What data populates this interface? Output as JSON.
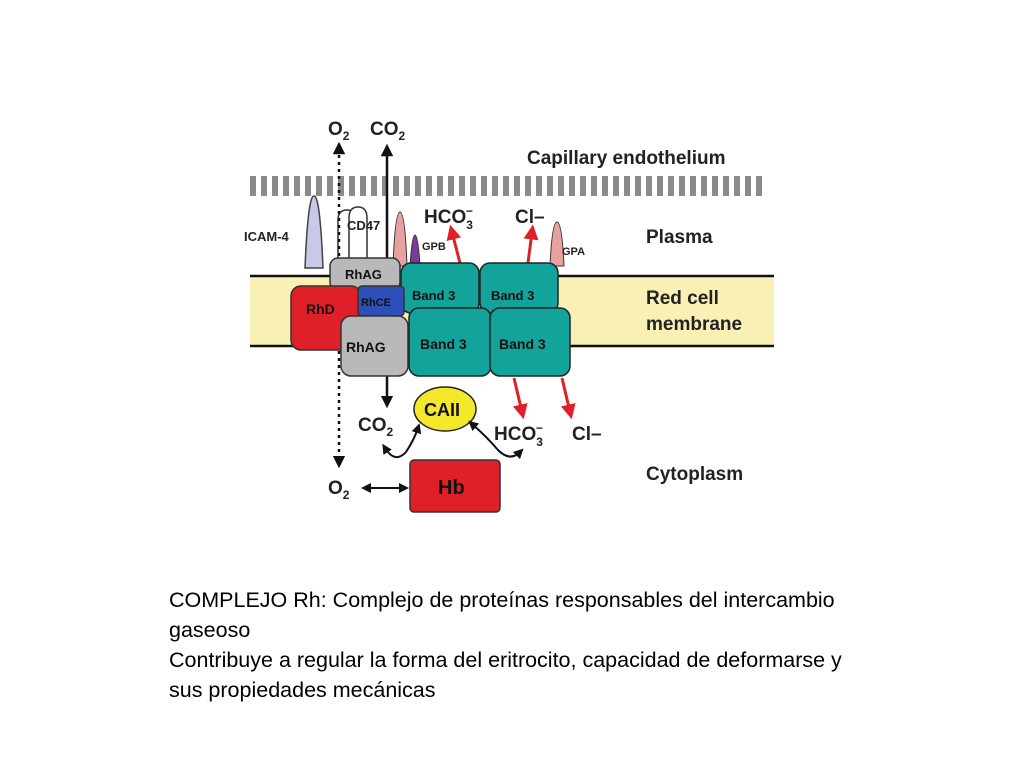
{
  "diagram": {
    "top_o2": "O",
    "top_co2": "CO",
    "sub_2": "2",
    "sub_3": "3",
    "sup_minus": "−",
    "capillary": "Capillary endothelium",
    "plasma": "Plasma",
    "red_cell_1": "Red cell",
    "red_cell_2": "membrane",
    "cytoplasm": "Cytoplasm",
    "icam4": "ICAM-4",
    "cd47": "CD47",
    "gpb": "GPB",
    "gpa": "GPA",
    "hco": "HCO",
    "cl": "Cl–",
    "rhag": "RhAG",
    "rhd": "RhD",
    "rhce": "RhCE",
    "band3": "Band 3",
    "caii": "CAII",
    "hb": "Hb",
    "co": "CO",
    "o": "O",
    "colors": {
      "membrane": "#f8f0b4",
      "band3": "#12a39b",
      "rhd": "#e02028",
      "rhce": "#2f4fb8",
      "rhag": "#b9b9b9",
      "caii": "#f5e82a",
      "hb": "#e02028",
      "arrow_red": "#e02028",
      "icam": "#c7c9e6",
      "gpb": "#7a3a9a",
      "gpa": "#e8a0a0"
    }
  },
  "caption": {
    "line1": "COMPLEJO Rh: Complejo de proteínas responsables del intercambio gaseoso",
    "line2": "Contribuye a regular la forma del eritrocito, capacidad de deformarse y sus propiedades mecánicas"
  }
}
